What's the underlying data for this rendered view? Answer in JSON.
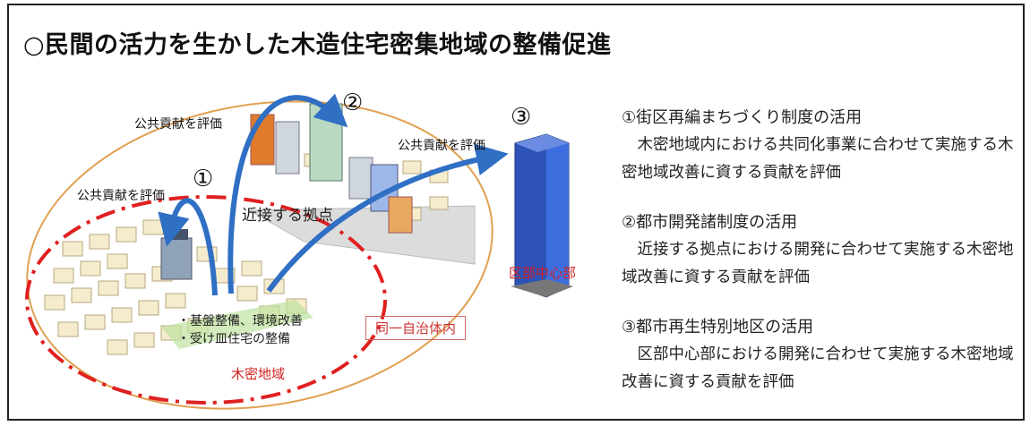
{
  "title": "○民間の活力を生かした木造住宅密集地域の整備促進",
  "diagram": {
    "contrib_1": "公共貢献を評価",
    "contrib_2": "公共貢献を評価",
    "contrib_3": "公共貢献を評価",
    "marker_1": "①",
    "marker_2": "②",
    "marker_3": "③",
    "nearby_base": "近接する拠点",
    "district_center": "区部中心部",
    "bullet_1": "・基盤整備、環境改善",
    "bullet_2": "・受け皿住宅の整備",
    "wooden_area": "木密地域",
    "same_municipality": "同一自治体内"
  },
  "items": [
    {
      "head": "①街区再編まちづくり制度の活用",
      "desc": "木密地域内における共同化事業に合わせて実施する木密地域改善に資する貢献を評価"
    },
    {
      "head": "②都市開発諸制度の活用",
      "desc": "近接する拠点における開発に合わせて実施する木密地域改善に資する貢献を評価"
    },
    {
      "head": "③都市再生特別地区の活用",
      "desc": "区部中心部における開発に合わせて実施する木密地域改善に資する貢献を評価"
    }
  ],
  "colors": {
    "arrow": "#2f6fc4",
    "red_dash": "#e02020",
    "ellipse": "#e0a050",
    "building_blue": "#2c52b8"
  }
}
